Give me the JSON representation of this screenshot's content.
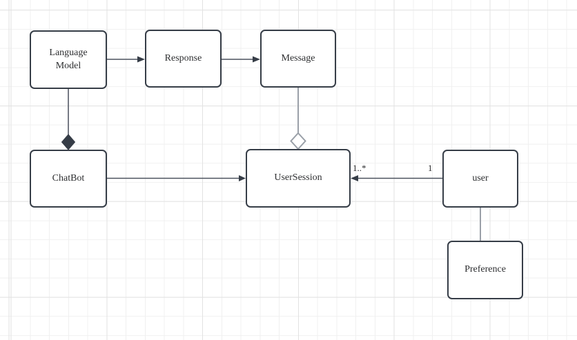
{
  "nodes": {
    "language_model": {
      "label": "Language Model"
    },
    "response": {
      "label": "Response"
    },
    "message": {
      "label": "Message"
    },
    "chatbot": {
      "label": "ChatBot"
    },
    "user_session": {
      "label": "UserSession"
    },
    "user": {
      "label": "user"
    },
    "preference": {
      "label": "Preference"
    }
  },
  "edge_labels": {
    "usersession_side_multiplicity": "1..*",
    "user_side_multiplicity": "1"
  },
  "edges": [
    {
      "from": "Language Model",
      "to": "Response",
      "type": "directed-arrow"
    },
    {
      "from": "Response",
      "to": "Message",
      "type": "directed-arrow"
    },
    {
      "from": "Language Model",
      "to": "ChatBot",
      "type": "composition-filled-diamond"
    },
    {
      "from": "Message",
      "to": "UserSession",
      "type": "aggregation-hollow-diamond"
    },
    {
      "from": "ChatBot",
      "to": "UserSession",
      "type": "directed-arrow"
    },
    {
      "from": "user",
      "to": "UserSession",
      "type": "directed-arrow",
      "source_label": "1",
      "target_label": "1..*"
    },
    {
      "from": "user",
      "to": "Preference",
      "type": "plain-line"
    }
  ],
  "colors": {
    "node_border": "#363d47",
    "node_fill": "#ffffff",
    "connector_dark": "#4a515d",
    "connector_light": "#9aa0a8",
    "text": "#2d2e30",
    "grid_minor": "#f0f0f0",
    "grid_major": "#e2e2e2",
    "background": "#ffffff"
  }
}
